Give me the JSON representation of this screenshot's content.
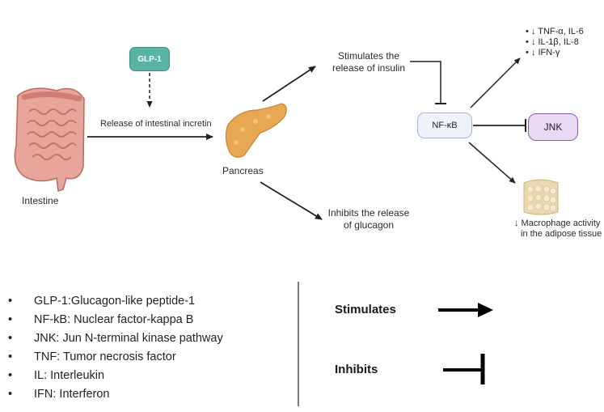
{
  "diagram": {
    "nodes": {
      "glp1": "GLP-1",
      "intestine": "Intestine",
      "pancreas": "Pancreas",
      "nfkb": "NF-κB",
      "jnk": "JNK"
    },
    "edges": {
      "release_incretin": "Release of intestinal incretin",
      "stimulates_insulin": [
        "Stimulates the",
        "release of insulin"
      ],
      "inhibits_glucagon": [
        "Inhibits the release",
        "of glucagon"
      ]
    },
    "cytokines": [
      "• ↓ TNF-α, IL-6",
      "• ↓ IL-1β, IL-8",
      "• ↓ IFN-γ"
    ],
    "macrophage": [
      "↓ Macrophage activity",
      "in the adipose tissue"
    ]
  },
  "abbreviations": [
    "GLP-1:Glucagon-like peptide-1",
    "NF-kB: Nuclear factor-kappa B",
    "JNK: Jun N-terminal kinase pathway",
    "TNF: Tumor necrosis factor",
    "IL: Interleukin",
    "IFN: Interferon"
  ],
  "bullet": "•",
  "key": {
    "stimulates": "Stimulates",
    "inhibits": "Inhibits"
  },
  "colors": {
    "glp1_fill": "#5bb3a6",
    "nfkb_fill": "#eef2fb",
    "jnk_fill": "#ead9f3",
    "jnk_border": "#8a5aa6",
    "pancreas": "#e8a752",
    "intestine": "#e29a8f",
    "adipose": "#ead9b0"
  },
  "icons": [
    "intestine-icon",
    "pancreas-icon",
    "adipose-tissue-icon"
  ]
}
